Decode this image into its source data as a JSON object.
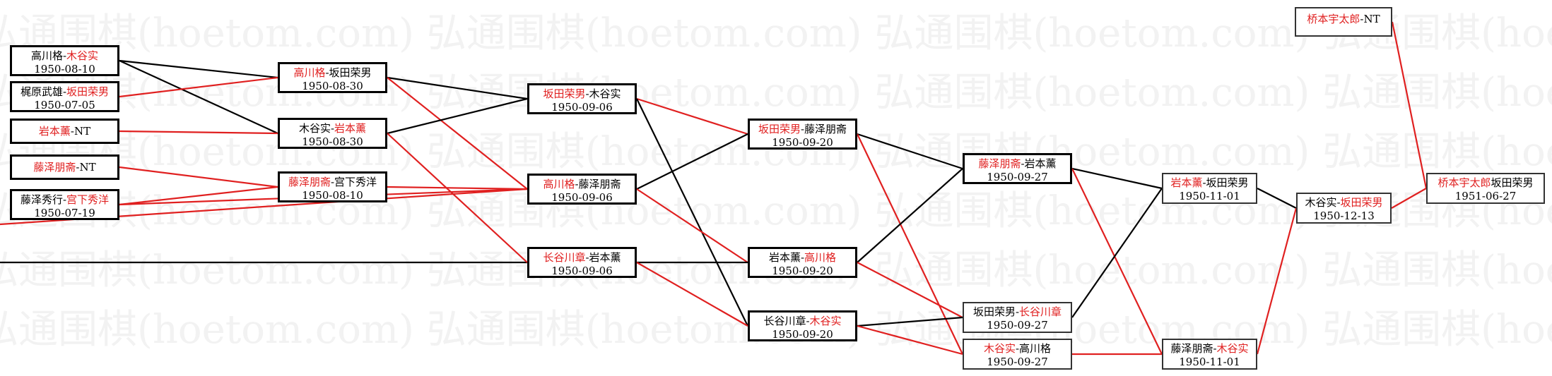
{
  "watermark": "弘通围棋(hoetom.com)",
  "colors": {
    "win": "#e02020",
    "normal": "#000000"
  },
  "games": [
    {
      "id": "r1a",
      "p1": "高川格",
      "p2": "木谷实",
      "winner": 2,
      "sep": "-",
      "date": "1950-08-10",
      "thin": false
    },
    {
      "id": "r1b",
      "p1": "梶原武雄",
      "p2": "坂田荣男",
      "winner": 2,
      "sep": "-",
      "date": "1950-07-05",
      "thin": false
    },
    {
      "id": "r1c",
      "p1": "岩本薰",
      "p2": "NT",
      "winner": 1,
      "sep": "-",
      "date": "",
      "thin": false
    },
    {
      "id": "r1d",
      "p1": "藤泽朋斋",
      "p2": "NT",
      "winner": 1,
      "sep": "-",
      "date": "",
      "thin": false
    },
    {
      "id": "r1e",
      "p1": "藤泽秀行",
      "p2": "宫下秀洋",
      "winner": 2,
      "sep": "-",
      "date": "1950-07-19",
      "thin": false
    },
    {
      "id": "r2a",
      "p1": "高川格",
      "p2": "坂田荣男",
      "winner": 1,
      "sep": "-",
      "date": "1950-08-30",
      "thin": false
    },
    {
      "id": "r2b",
      "p1": "木谷实",
      "p2": "岩本薰",
      "winner": 2,
      "sep": "-",
      "date": "1950-08-30",
      "thin": false
    },
    {
      "id": "r2c",
      "p1": "藤泽朋斋",
      "p2": "宫下秀洋",
      "winner": 1,
      "sep": "-",
      "date": "1950-08-10",
      "thin": false
    },
    {
      "id": "r3a",
      "p1": "坂田荣男",
      "p2": "木谷实",
      "winner": 1,
      "sep": "-",
      "date": "1950-09-06",
      "thin": false
    },
    {
      "id": "r3b",
      "p1": "高川格",
      "p2": "藤泽朋斋",
      "winner": 1,
      "sep": "-",
      "date": "1950-09-06",
      "thin": false
    },
    {
      "id": "r3c",
      "p1": "长谷川章",
      "p2": "岩本薰",
      "winner": 1,
      "sep": "-",
      "date": "1950-09-06",
      "thin": false
    },
    {
      "id": "r4a",
      "p1": "坂田荣男",
      "p2": "藤泽朋斋",
      "winner": 1,
      "sep": "-",
      "date": "1950-09-20",
      "thin": false
    },
    {
      "id": "r4b",
      "p1": "岩本薰",
      "p2": "高川格",
      "winner": 2,
      "sep": "-",
      "date": "1950-09-20",
      "thin": false
    },
    {
      "id": "r4c",
      "p1": "长谷川章",
      "p2": "木谷实",
      "winner": 2,
      "sep": "-",
      "date": "1950-09-20",
      "thin": false
    },
    {
      "id": "r5a",
      "p1": "藤泽朋斋",
      "p2": "岩本薰",
      "winner": 1,
      "sep": "-",
      "date": "1950-09-27",
      "thin": false
    },
    {
      "id": "r5b",
      "p1": "坂田荣男",
      "p2": "长谷川章",
      "winner": 2,
      "sep": "-",
      "date": "1950-09-27",
      "thin": true
    },
    {
      "id": "r5c",
      "p1": "木谷实",
      "p2": "高川格",
      "winner": 1,
      "sep": "-",
      "date": "1950-09-27",
      "thin": true
    },
    {
      "id": "r6a",
      "p1": "岩本薰",
      "p2": "坂田荣男",
      "winner": 1,
      "sep": "-",
      "date": "1950-11-01",
      "thin": true
    },
    {
      "id": "r6b",
      "p1": "藤泽朋斋",
      "p2": "木谷实",
      "winner": 2,
      "sep": "-",
      "date": "1950-11-01",
      "thin": true
    },
    {
      "id": "r7a",
      "p1": "木谷实",
      "p2": "坂田荣男",
      "winner": 2,
      "sep": "-",
      "date": "1950-12-13",
      "thin": true
    },
    {
      "id": "r8a",
      "p1": "桥本宇太郎",
      "p2": "NT",
      "winner": 1,
      "sep": "-",
      "date": "",
      "thin": true
    },
    {
      "id": "r8b",
      "p1": "桥本宇太郎",
      "p2": "坂田荣男",
      "winner": 1,
      "sep": "",
      "date": "1951-06-27",
      "thin": true
    }
  ],
  "links": [
    {
      "from": "r1a",
      "to": "r2a",
      "color": "normal"
    },
    {
      "from": "r1a",
      "to": "r2b",
      "color": "normal"
    },
    {
      "from": "r1b",
      "to": "r2a",
      "color": "win"
    },
    {
      "from": "r1c",
      "to": "r2b",
      "color": "win"
    },
    {
      "from": "r1d",
      "to": "r2c",
      "color": "win"
    },
    {
      "from": "r1e",
      "to": "r2c",
      "color": "win"
    },
    {
      "from": "r1e",
      "to": "r3b",
      "color": "win"
    },
    {
      "from": "left-edge-top",
      "to": "r3b",
      "color": "win"
    },
    {
      "from": "left-edge-bottom",
      "to": "r3c",
      "color": "normal"
    },
    {
      "from": "r2a",
      "to": "r3a",
      "color": "normal"
    },
    {
      "from": "r2a",
      "to": "r3b",
      "color": "win"
    },
    {
      "from": "r2b",
      "to": "r3a",
      "color": "normal"
    },
    {
      "from": "r2b",
      "to": "r3c",
      "color": "win"
    },
    {
      "from": "r2c",
      "to": "r3b",
      "color": "win"
    },
    {
      "from": "r3a",
      "to": "r4a",
      "color": "win"
    },
    {
      "from": "r3a",
      "to": "r4c",
      "color": "normal"
    },
    {
      "from": "r3b",
      "to": "r4a",
      "color": "normal"
    },
    {
      "from": "r3b",
      "to": "r4b",
      "color": "win"
    },
    {
      "from": "r3c",
      "to": "r4b",
      "color": "normal"
    },
    {
      "from": "r3c",
      "to": "r4c",
      "color": "win"
    },
    {
      "from": "r4a",
      "to": "r5a",
      "color": "normal"
    },
    {
      "from": "r4a",
      "to": "r5c",
      "color": "win"
    },
    {
      "from": "r4b",
      "to": "r5a",
      "color": "normal"
    },
    {
      "from": "r4b",
      "to": "r5b",
      "color": "win"
    },
    {
      "from": "r4c",
      "to": "r5b",
      "color": "normal"
    },
    {
      "from": "r4c",
      "to": "r5c",
      "color": "win"
    },
    {
      "from": "r5a",
      "to": "r6a",
      "color": "normal"
    },
    {
      "from": "r5a",
      "to": "r6b",
      "color": "win"
    },
    {
      "from": "r5b",
      "to": "r6a",
      "color": "normal"
    },
    {
      "from": "r5c",
      "to": "r6b",
      "color": "win"
    },
    {
      "from": "r6a",
      "to": "r7a",
      "color": "normal"
    },
    {
      "from": "r6b",
      "to": "r7a",
      "color": "win"
    },
    {
      "from": "r7a",
      "to": "r8b",
      "color": "win"
    },
    {
      "from": "r8a",
      "to": "r8b",
      "color": "win"
    }
  ]
}
